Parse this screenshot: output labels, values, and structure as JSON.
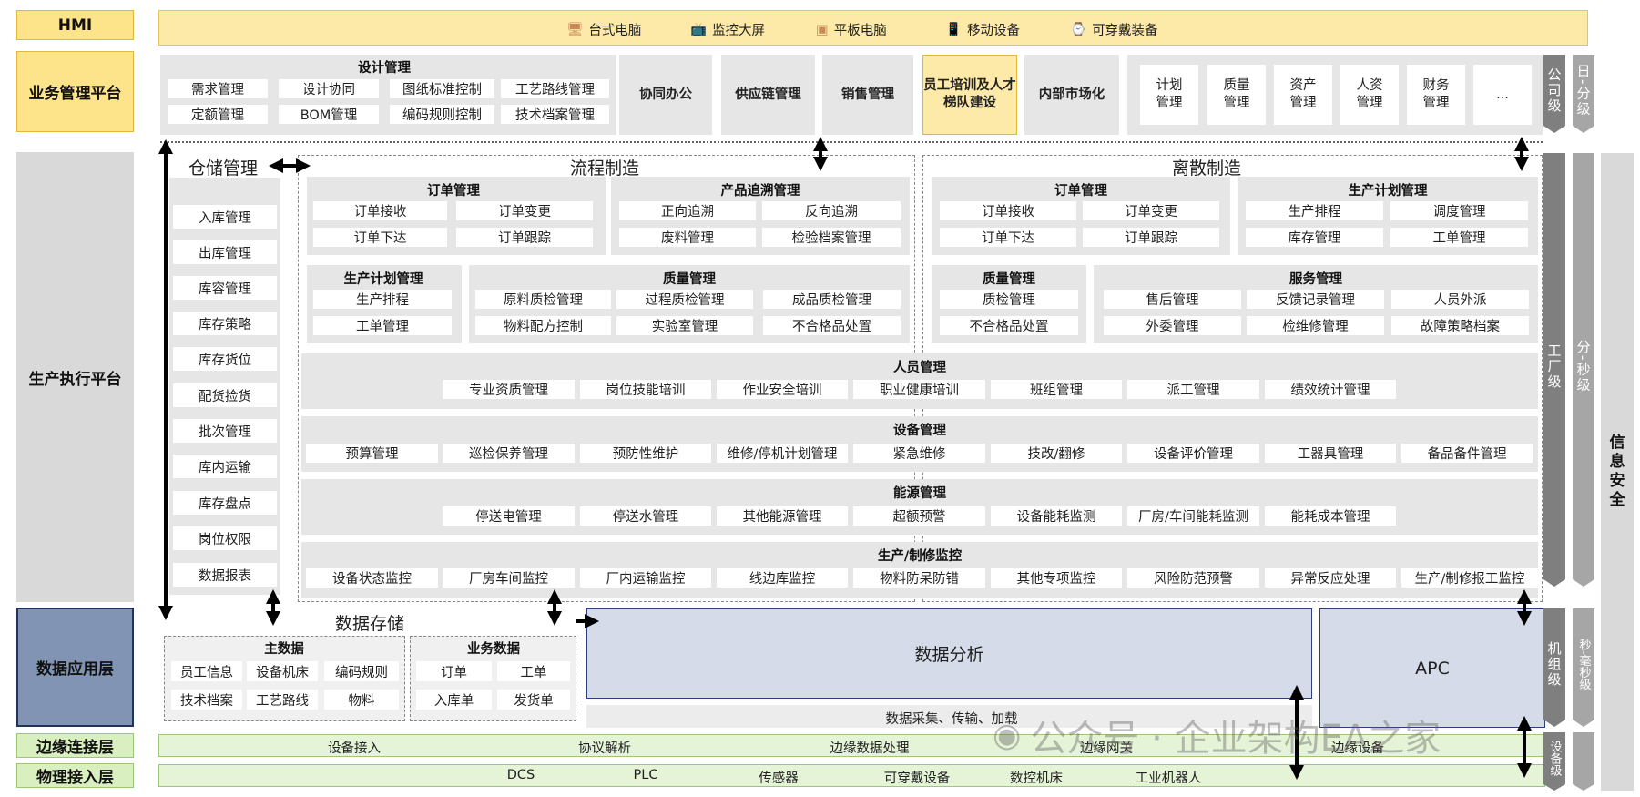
{
  "left": {
    "hmi": "HMI",
    "biz": "业务管理平台",
    "prod": "生产执行平台",
    "data": "数据应用层",
    "edge": "边缘连接层",
    "phys": "物理接入层"
  },
  "hmi": [
    {
      "label": "台式电脑",
      "icon": "desktop-icon"
    },
    {
      "label": "监控大屏",
      "icon": "monitor-icon"
    },
    {
      "label": "平板电脑",
      "icon": "tablet-icon"
    },
    {
      "label": "移动设备",
      "icon": "mobile-icon"
    },
    {
      "label": "可穿戴装备",
      "icon": "wearable-icon"
    }
  ],
  "design": {
    "title": "设计管理",
    "items": [
      "需求管理",
      "设计协同",
      "图纸标准控制",
      "工艺路线管理",
      "定额管理",
      "BOM管理",
      "编码规则控制",
      "技术档案管理"
    ]
  },
  "biz": {
    "office": "协同办公",
    "supply": "供应链管理",
    "sales": "销售管理",
    "training": "员工培训及人才梯队建设",
    "market": "内部市场化",
    "small": [
      "计划管理",
      "质量管理",
      "资产管理",
      "人资管理",
      "财务管理",
      "..."
    ]
  },
  "warehouse": {
    "title": "仓储管理",
    "items": [
      "入库管理",
      "出库管理",
      "库容管理",
      "库存策略",
      "库存货位",
      "配货捡货",
      "批次管理",
      "库内运输",
      "库存盘点",
      "岗位权限",
      "数据报表"
    ]
  },
  "process": {
    "title": "流程制造",
    "order_title": "订单管理",
    "order": [
      "订单接收",
      "订单变更",
      "订单下达",
      "订单跟踪"
    ],
    "trace_title": "产品追溯管理",
    "trace": [
      "正向追溯",
      "反向追溯",
      "废料管理",
      "检验档案管理"
    ],
    "plan_title": "生产计划管理",
    "plan": [
      "生产排程",
      "工单管理"
    ],
    "quality_title": "质量管理",
    "quality": [
      "原料质检管理",
      "过程质检管理",
      "成品质检管理",
      "物料配方控制",
      "实验室管理",
      "不合格品处置"
    ]
  },
  "discrete": {
    "title": "离散制造",
    "order_title": "订单管理",
    "order": [
      "订单接收",
      "订单变更",
      "订单下达",
      "订单跟踪"
    ],
    "plan_title": "生产计划管理",
    "plan": [
      "生产排程",
      "调度管理",
      "库存管理",
      "工单管理"
    ],
    "quality_title": "质量管理",
    "quality": [
      "质检管理",
      "不合格品处置"
    ],
    "service_title": "服务管理",
    "service": [
      "售后管理",
      "反馈记录管理",
      "人员外派",
      "外委管理",
      "检维修管理",
      "故障策略档案"
    ]
  },
  "personnel": {
    "title": "人员管理",
    "items": [
      "专业资质管理",
      "岗位技能培训",
      "作业安全培训",
      "职业健康培训",
      "班组管理",
      "派工管理",
      "绩效统计管理"
    ]
  },
  "equipment": {
    "title": "设备管理",
    "items": [
      "预算管理",
      "巡检保养管理",
      "预防性维护",
      "维修/停机计划管理",
      "紧急维修",
      "技改/翻修",
      "设备评价管理",
      "工器具管理",
      "备品备件管理"
    ]
  },
  "energy": {
    "title": "能源管理",
    "items": [
      "停送电管理",
      "停送水管理",
      "其他能源管理",
      "超额预警",
      "设备能耗监测",
      "厂房/车间能耗监测",
      "能耗成本管理"
    ]
  },
  "monitor": {
    "title": "生产/制修监控",
    "items": [
      "设备状态监控",
      "厂房车间监控",
      "厂内运输监控",
      "线边库监控",
      "物料防呆防错",
      "其他专项监控",
      "风险防范预警",
      "异常反应处理",
      "生产/制修报工监控"
    ]
  },
  "storage": {
    "title": "数据存储",
    "master_title": "主数据",
    "master": [
      "员工信息",
      "设备机床",
      "编码规则",
      "技术档案",
      "工艺路线",
      "物料"
    ],
    "biz_title": "业务数据",
    "biz": [
      "订单",
      "工单",
      "入库单",
      "发货单"
    ]
  },
  "analysis": {
    "title": "数据分析",
    "apc": "APC",
    "collect": "数据采集、传输、加载"
  },
  "edge": [
    "设备接入",
    "协议解析",
    "边缘数据处理",
    "边缘网关",
    "边缘设备"
  ],
  "phys": [
    "DCS",
    "PLC",
    "传感器",
    "可穿戴设备",
    "数控机床",
    "工业机器人"
  ],
  "tags": {
    "company": "公司级",
    "day": "日-分级",
    "factory": "工厂级",
    "minsec": "分-秒级",
    "unit": "机组级",
    "secms": "秒-毫秒级",
    "device": "设备级",
    "security": "信息安全"
  },
  "watermark": "公众号 · 企业架构EA之家",
  "colors": {
    "yellow": "#fde48a",
    "blue": "#8294b3",
    "green": "#d9efc0",
    "panel": "#e6e6e6",
    "analysis": "#d5dbe8"
  }
}
